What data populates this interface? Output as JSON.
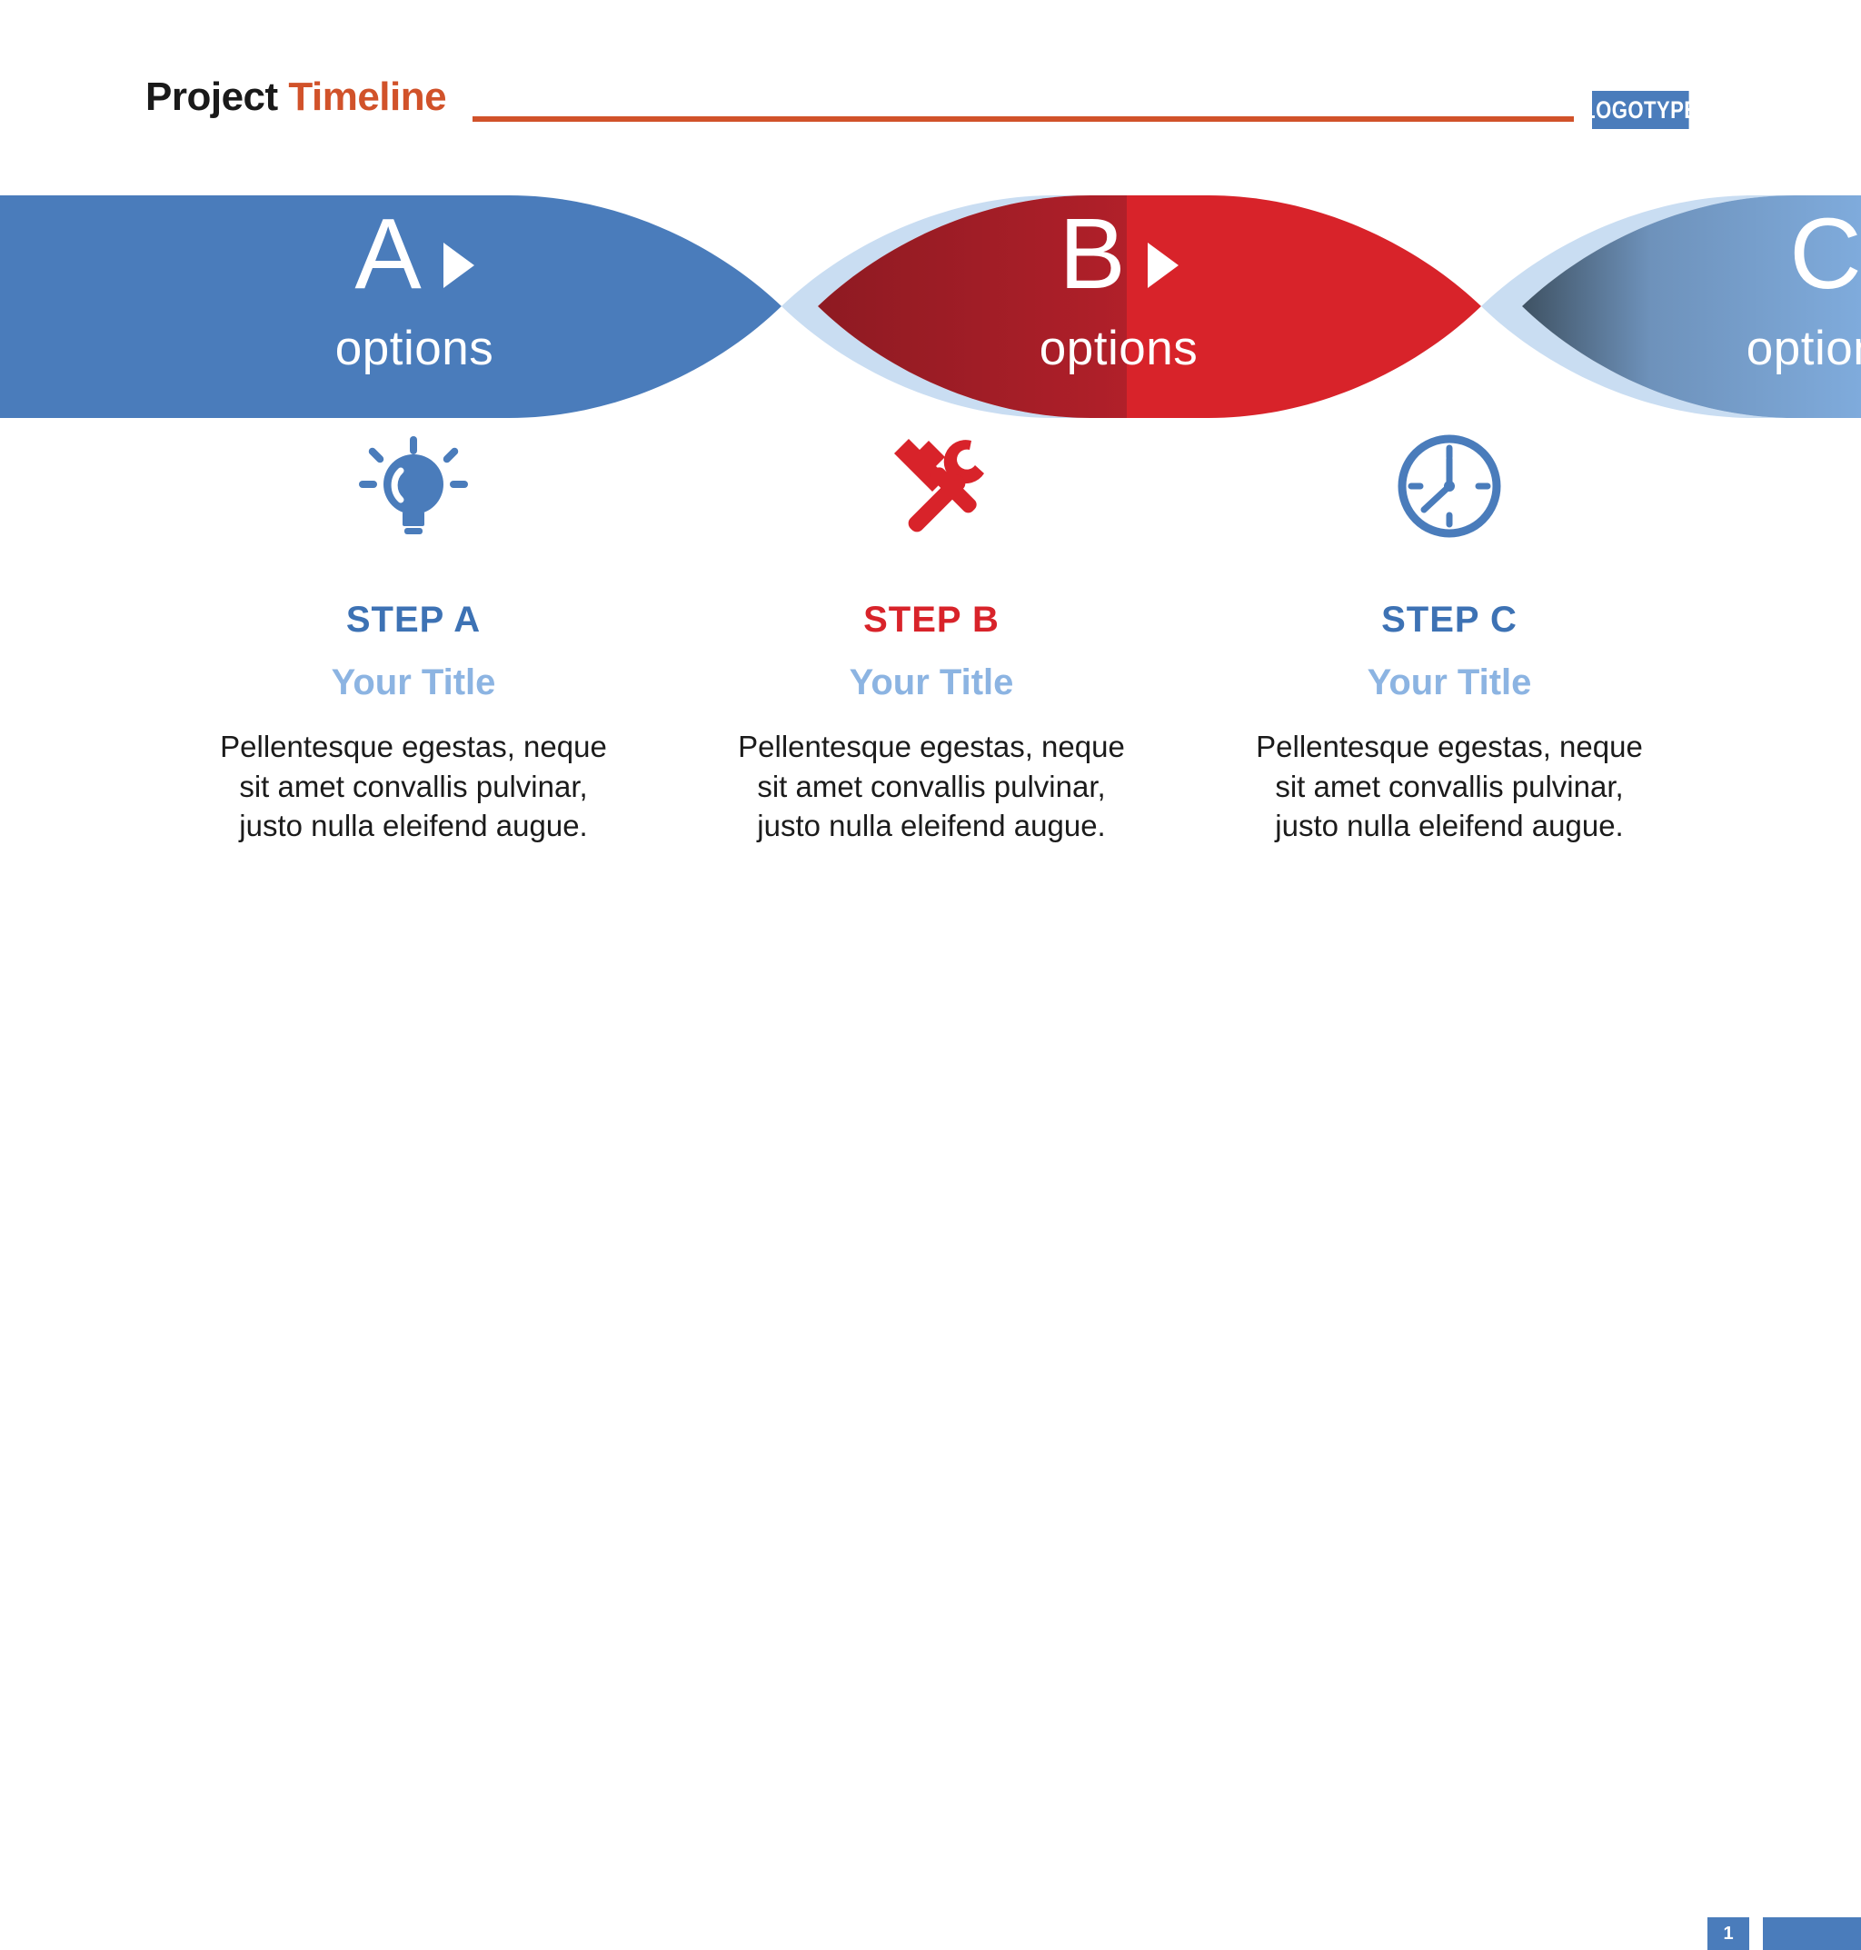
{
  "header": {
    "title_primary": "Project",
    "title_accent": "Timeline",
    "logotype": "LOGOTYPE",
    "accent_color": "#d1522a"
  },
  "ribbon": {
    "segments": [
      {
        "letter": "A",
        "sublabel": "options",
        "color": "#4a7cbb",
        "icon": "play-arrow-icon"
      },
      {
        "letter": "B",
        "sublabel": "options",
        "color": "#d8232a",
        "icon": "play-arrow-icon"
      },
      {
        "letter": "C",
        "sublabel": "options",
        "color": "#7fabdc",
        "icon": "play-arrow-icon"
      }
    ],
    "twist_highlight_color": "#c9ddf2",
    "twist_shadow_red": "#8e1a22",
    "twist_shadow_blue": "#4a5d6e"
  },
  "columns": [
    {
      "icon": "lightbulb-icon",
      "icon_color": "#4a7cbb",
      "step": "STEP A",
      "step_color": "#3d72b4",
      "title": "Your Title",
      "title_color": "#8cb4e2",
      "body": "Pellentesque egestas, neque sit amet convallis pulvinar, justo nulla eleifend augue."
    },
    {
      "icon": "hammer-wrench-icon",
      "icon_color": "#d8232a",
      "step": "STEP B",
      "step_color": "#d8232a",
      "title": "Your Title",
      "title_color": "#8cb4e2",
      "body": "Pellentesque egestas, neque sit amet convallis pulvinar, justo nulla eleifend augue."
    },
    {
      "icon": "clock-icon",
      "icon_color": "#4a7cbb",
      "step": "STEP C",
      "step_color": "#3d72b4",
      "title": "Your Title",
      "title_color": "#8cb4e2",
      "body": "Pellentesque egestas, neque sit amet convallis pulvinar, justo nulla eleifend augue."
    }
  ],
  "footer": {
    "page_number": "1",
    "bar_color": "#4a7cbb"
  }
}
